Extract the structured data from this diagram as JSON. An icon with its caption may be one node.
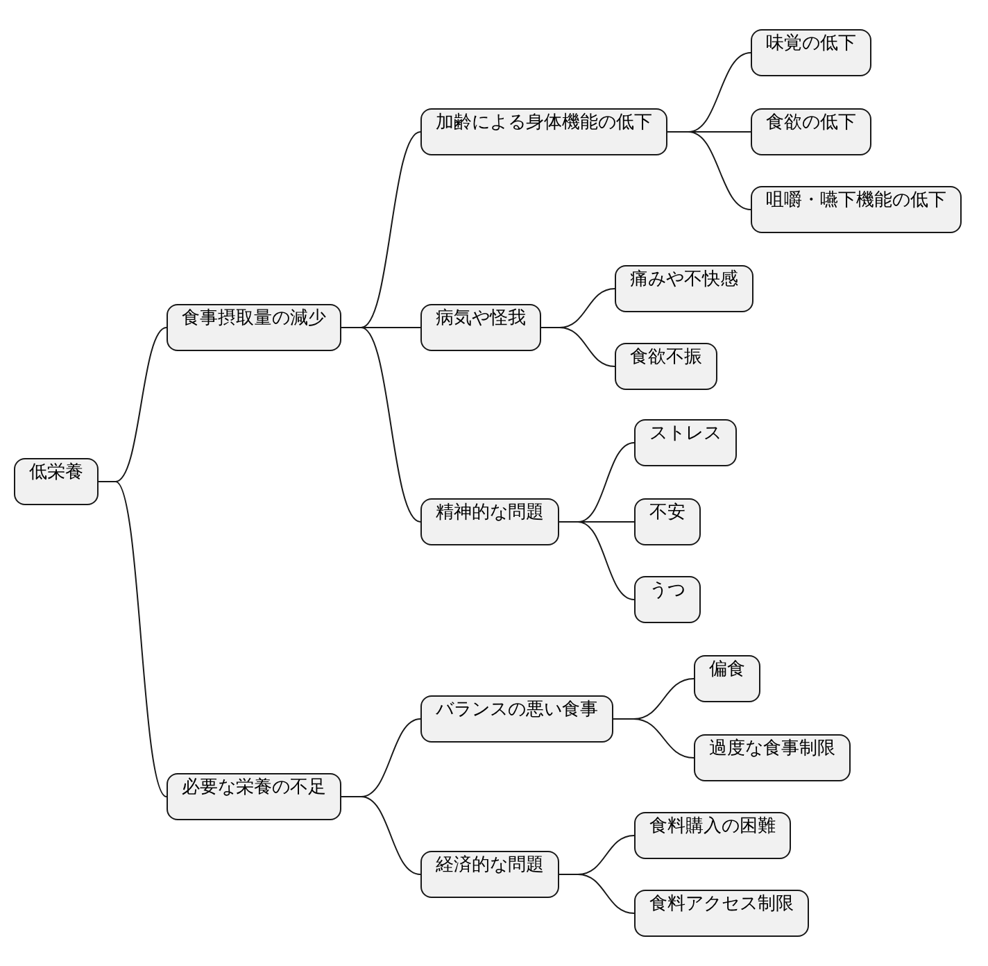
{
  "diagram": {
    "nodes": [
      {
        "text": [
          "低栄養"
        ]
      },
      {
        "text": [
          "食事摂取量の減少"
        ]
      },
      {
        "text": [
          "加齢による身体機能の低下"
        ]
      },
      {
        "text": [
          "味覚の低下"
        ]
      },
      {
        "text": [
          "食欲の低下"
        ]
      },
      {
        "text": [
          "咀嚼・嚥下機能の低下"
        ]
      },
      {
        "text": [
          "病気や怪我"
        ]
      },
      {
        "text": [
          "痛みや不快感"
        ]
      },
      {
        "text": [
          "食欲不振"
        ]
      },
      {
        "text": [
          "精神的な問題"
        ]
      },
      {
        "text": [
          "ストレス"
        ]
      },
      {
        "text": [
          "不安"
        ]
      },
      {
        "text": [
          "うつ"
        ]
      },
      {
        "text": [
          "必要な栄養の不足"
        ]
      },
      {
        "text": [
          "バランスの悪い食事"
        ]
      },
      {
        "text": [
          "偏食"
        ]
      },
      {
        "text": [
          "過度な食事制限"
        ]
      },
      {
        "text": [
          "経済的な問題"
        ]
      },
      {
        "text": [
          "食料購入の困難"
        ]
      },
      {
        "text": [
          "食料アクセス制限"
        ]
      }
    ],
    "edges": [
      {
        "from": 0,
        "to": 1,
        "arrow": "none"
      },
      {
        "from": 1,
        "to": 2,
        "arrow": "none"
      },
      {
        "from": 2,
        "to": 3,
        "arrow": "none"
      },
      {
        "from": 2,
        "to": 4,
        "arrow": "none"
      },
      {
        "from": 2,
        "to": 5,
        "arrow": "none"
      },
      {
        "from": 1,
        "to": 6,
        "arrow": "none"
      },
      {
        "from": 6,
        "to": 7,
        "arrow": "none"
      },
      {
        "from": 6,
        "to": 8,
        "arrow": "none"
      },
      {
        "from": 1,
        "to": 9,
        "arrow": "none"
      },
      {
        "from": 9,
        "to": 10,
        "arrow": "none"
      },
      {
        "from": 9,
        "to": 11,
        "arrow": "none"
      },
      {
        "from": 9,
        "to": 12,
        "arrow": "none"
      },
      {
        "from": 0,
        "to": 13,
        "arrow": "none"
      },
      {
        "from": 13,
        "to": 14,
        "arrow": "none"
      },
      {
        "from": 14,
        "to": 15,
        "arrow": "none"
      },
      {
        "from": 14,
        "to": 16,
        "arrow": "none"
      },
      {
        "from": 13,
        "to": 17,
        "arrow": "none"
      },
      {
        "from": 17,
        "to": 18,
        "arrow": "none"
      },
      {
        "from": 17,
        "to": 19,
        "arrow": "none"
      }
    ]
  }
}
